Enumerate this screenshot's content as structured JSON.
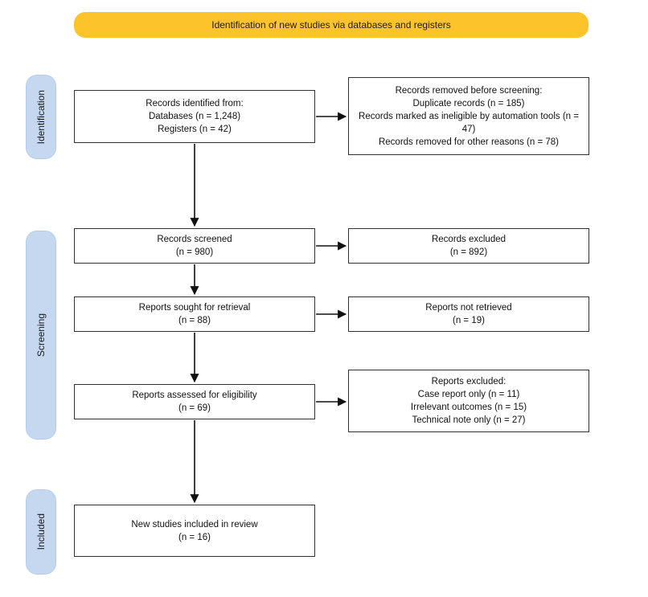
{
  "banner": {
    "label": "Identification of new studies via databases and registers"
  },
  "colors": {
    "banner_bg": "#FCC32B",
    "ribbon_bg": "#C5D8F0",
    "box_border": "#333333",
    "arrow": "#111111"
  },
  "stages": [
    {
      "label": "Identification"
    },
    {
      "label": "Screening"
    },
    {
      "label": "Included"
    }
  ],
  "boxes": [
    {
      "id": "records-identified",
      "lines": [
        "Records identified from:",
        "Databases (n = 1,248)",
        "Registers (n = 42)"
      ]
    },
    {
      "id": "records-removed",
      "lines": [
        "Records removed before screening:",
        "Duplicate records (n = 185)",
        "Records marked as ineligible by automation tools (n = 47)",
        "Records removed for other reasons (n = 78)"
      ]
    },
    {
      "id": "records-screened",
      "lines": [
        "Records screened",
        "(n = 980)"
      ]
    },
    {
      "id": "records-excluded",
      "lines": [
        "Records excluded",
        "(n = 892)"
      ]
    },
    {
      "id": "reports-sought",
      "lines": [
        "Reports sought for retrieval",
        "(n = 88)"
      ]
    },
    {
      "id": "reports-not-retrieved",
      "lines": [
        "Reports not retrieved",
        "(n = 19)"
      ]
    },
    {
      "id": "reports-assessed",
      "lines": [
        "Reports assessed for eligibility",
        "(n = 69)"
      ]
    },
    {
      "id": "reports-excluded",
      "lines": [
        "Reports excluded:",
        "Case report only (n = 11)",
        "Irrelevant outcomes (n = 15)",
        "Technical note only (n = 27)"
      ]
    },
    {
      "id": "new-studies-included",
      "lines": [
        "New studies included in review",
        "(n = 16)"
      ]
    }
  ]
}
